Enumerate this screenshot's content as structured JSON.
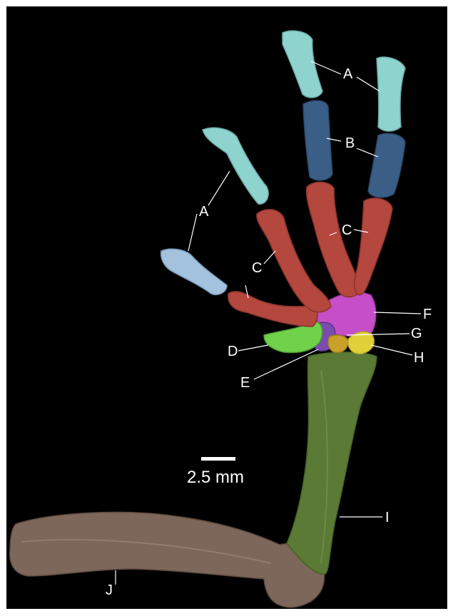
{
  "labels": {
    "a_top_mid": "A",
    "a_left": "A",
    "b": "B",
    "c_mid": "C",
    "c_left": "C",
    "d": "D",
    "e": "E",
    "f": "F",
    "g": "G",
    "h": "H",
    "i": "I",
    "j": "J"
  },
  "scale_bar": {
    "label": "2.5 mm"
  },
  "colors": {
    "background": "#000000",
    "frame": "#ffffff",
    "label_a_phalanx": "#8fd3cf",
    "label_b_phalanx": "#3b5e86",
    "label_c_metacarpal": "#b4473e",
    "label_d": "#6fd24a",
    "label_e": "#7b4bb0",
    "label_f": "#c64ec9",
    "label_g": "#c9a12a",
    "label_h": "#e2d03a",
    "label_i_radioulna": "#5b7a35",
    "label_j_humerus": "#7d665a"
  }
}
